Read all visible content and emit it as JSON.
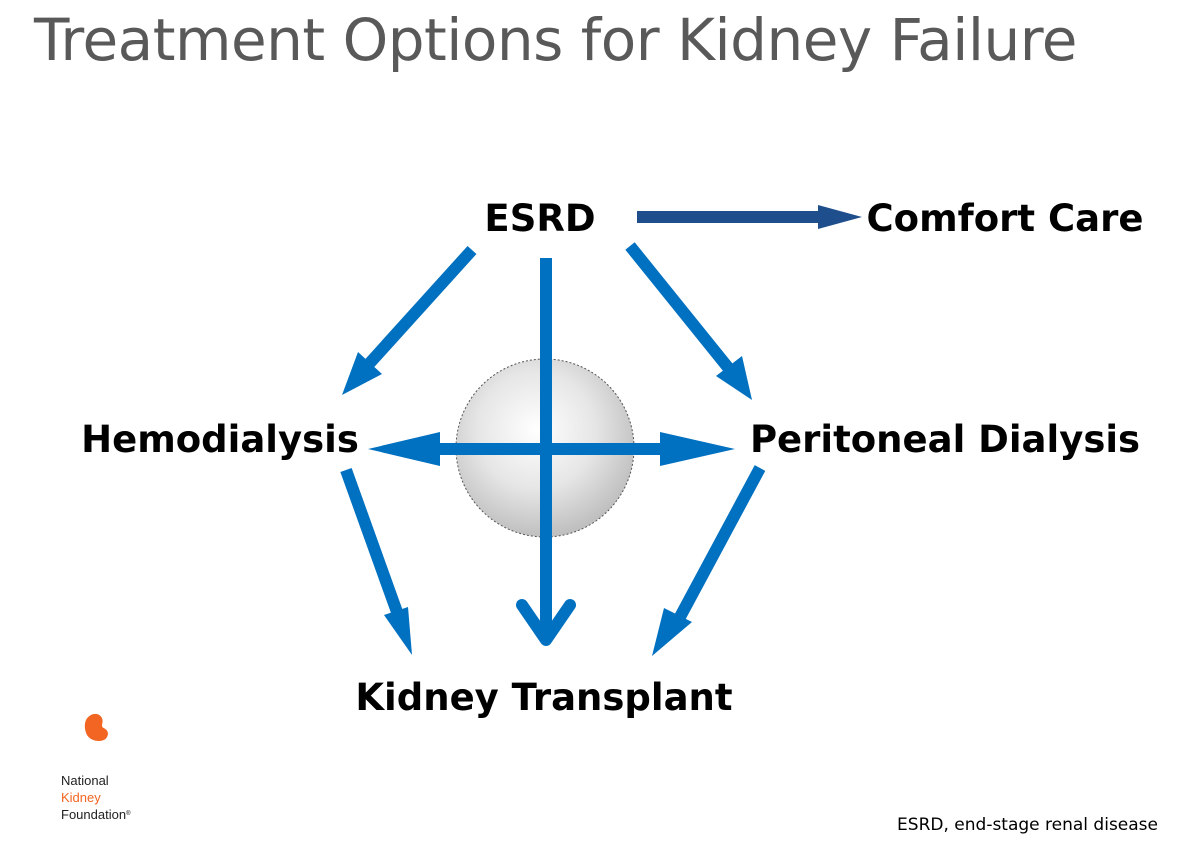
{
  "slide": {
    "title": "Treatment Options for Kidney Failure",
    "footnote": "ESRD, end-stage renal disease"
  },
  "diagram": {
    "nodes": {
      "esrd": "ESRD",
      "comfort_care": "Comfort Care",
      "hemodialysis": "Hemodialysis",
      "peritoneal_dialysis": "Peritoneal Dialysis",
      "kidney_transplant": "Kidney Transplant"
    },
    "edges": [
      {
        "from": "ESRD",
        "to": "Comfort Care"
      },
      {
        "from": "ESRD",
        "to": "Hemodialysis"
      },
      {
        "from": "ESRD",
        "to": "Peritoneal Dialysis"
      },
      {
        "from": "ESRD",
        "to": "Kidney Transplant"
      },
      {
        "from": "Hemodialysis",
        "to": "Peritoneal Dialysis",
        "bidirectional": true
      },
      {
        "from": "Hemodialysis",
        "to": "Kidney Transplant"
      },
      {
        "from": "Peritoneal Dialysis",
        "to": "Kidney Transplant"
      }
    ],
    "colors": {
      "arrow_primary": "#0070c0",
      "arrow_comfort": "#1f4e8c",
      "center_sphere": "#d9d9d9"
    }
  },
  "logo": {
    "line1": "National",
    "line2": "Kidney",
    "line3": "Foundation",
    "color": "#f26522"
  }
}
